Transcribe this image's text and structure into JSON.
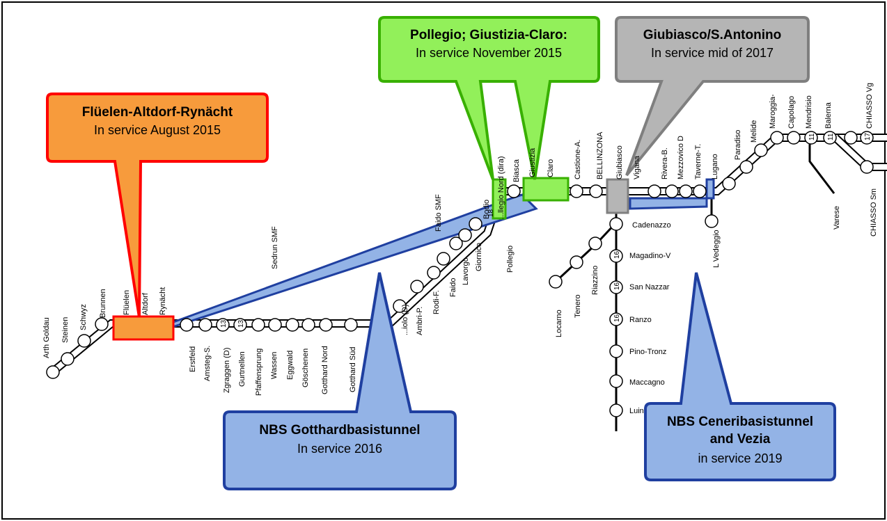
{
  "callouts": {
    "fluelen": {
      "title": "Flüelen-Altdorf-Rynächt",
      "subtitle": "In service August 2015",
      "fill": "#F79B3C",
      "stroke": "#FF0000"
    },
    "pollegio": {
      "title": "Pollegio; Giustizia-Claro:",
      "subtitle": "In service November 2015",
      "fill": "#92F05A",
      "stroke": "#38B000"
    },
    "giubiasco": {
      "title": "Giubiasco/S.Antonino",
      "subtitle": "In service mid of 2017",
      "fill": "#B5B5B5",
      "stroke": "#7F7F7F"
    },
    "gotthard": {
      "title": "NBS Gotthardbasistunnel",
      "subtitle": "In service 2016",
      "fill": "#93B3E6",
      "stroke": "#1F3FA0"
    },
    "ceneri": {
      "title": "NBS Ceneribasistunnel",
      "title2": "and Vezia",
      "subtitle": "in service 2019",
      "fill": "#93B3E6",
      "stroke": "#1F3FA0"
    }
  },
  "stations": {
    "arth_goldau": "Arth Goldau",
    "steinen": "Steinen",
    "schwyz": "Schwyz",
    "brunnen": "Brunnen",
    "fluelen": "Flüelen",
    "altdorf": "Altdorf",
    "rynacht": "Rynächt",
    "erstfeld": "Erstfeld",
    "amsteg": "Amsteg-S.",
    "zgraggen": "Zgraggen (D)",
    "gurtnellen": "Gurtnellen",
    "pfaffensprung": "Pfaffensprung",
    "wassen": "Wassen",
    "eggwald": "Eggwald",
    "goschenen": "Göschenen",
    "gotthard_nord": "Gotthard Nord",
    "gotthard_sud": "Gotthard Süd",
    "airolo": "...iolo (D)",
    "ambri": "Ambri-P.",
    "rodi": "Rodi-F.",
    "faido": "Faido",
    "lavorgo": "Lavorgo",
    "giornico": "Giornico",
    "bodio": "Bodio",
    "pollegio": "Pollegio",
    "pollegio_nord": "...llegio Nord (dira)",
    "biasca": "Biasca",
    "giustizia": "Giustizia",
    "claro": "Claro",
    "castione": "Castione-A.",
    "bellinzona": "BELLINZONA",
    "giubiasco": "Giubiasco",
    "vigana": "Vigana",
    "rivera": "Rivera-B.",
    "mezzovico": "Mezzovico D",
    "taverne": "Taverne-T.",
    "lugano": "Lugano",
    "l_vedeggio": "L Vedeggio",
    "paradiso": "Paradiso",
    "melide": "Melide",
    "maroggia": "Maroggia-",
    "capolago": "Capolago",
    "mendrisio": "Mendrisio",
    "balerna": "Balerna",
    "chiasso_vg": "CHIASSO Vg",
    "chiasso_sm": "CHIASSO Sm",
    "varese": "Varese",
    "cadenazzo": "Cadenazzo",
    "magadino": "Magadino-V",
    "san_nazzaro": "San Nazzar",
    "ranzo": "Ranzo",
    "pino": "Pino-Tronz",
    "maccagno": "Maccagno",
    "luino": "Luin",
    "locarno": "Locarno",
    "tenero": "Tenero",
    "riazzino": "Riazzino",
    "faido_smf": "Faido SMF",
    "sedrun_smf": "Sedrun SMF"
  },
  "line_numbers": {
    "n13": "13",
    "n18": "18",
    "n16": "16",
    "n11": "11",
    "n17": "17"
  },
  "colors": {
    "frame": "#000000",
    "track": "#000000",
    "station_fill": "#ffffff"
  }
}
